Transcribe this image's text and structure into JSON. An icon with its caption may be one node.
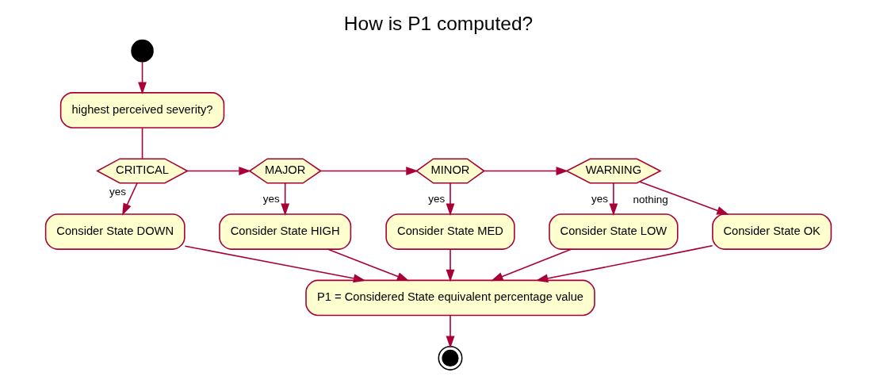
{
  "diagram": {
    "title": "How is P1 computed?",
    "nodes": [
      {
        "text": [],
        "shape": "circle"
      },
      {
        "text": [
          "highest perceived severity?"
        ]
      },
      {
        "text": [
          "CRITICAL"
        ]
      },
      {
        "text": [
          "MAJOR"
        ]
      },
      {
        "text": [
          "MINOR"
        ]
      },
      {
        "text": [
          "WARNING"
        ]
      },
      {
        "text": [
          "Consider State DOWN"
        ]
      },
      {
        "text": [
          "Consider State HIGH"
        ]
      },
      {
        "text": [
          "Consider State MED"
        ]
      },
      {
        "text": [
          "Consider State LOW"
        ]
      },
      {
        "text": [
          "Consider State OK"
        ]
      },
      {
        "text": [
          "P1 = Considered State equivalent percentage value"
        ]
      },
      {
        "text": [],
        "shape": "circle"
      }
    ],
    "edges": [
      {
        "from": 0,
        "to": 1,
        "arrow": "to"
      },
      {
        "from": 1,
        "to": 2,
        "arrow": "none"
      },
      {
        "from": 2,
        "to": 3,
        "arrow": "to"
      },
      {
        "from": 3,
        "to": 4,
        "arrow": "to"
      },
      {
        "from": 4,
        "to": 5,
        "arrow": "to"
      },
      {
        "from": 2,
        "to": 6,
        "arrow": "to",
        "label": "yes"
      },
      {
        "from": 3,
        "to": 7,
        "arrow": "to",
        "label": "yes"
      },
      {
        "from": 4,
        "to": 8,
        "arrow": "to",
        "label": "yes"
      },
      {
        "from": 5,
        "to": 9,
        "arrow": "to",
        "label": "yes"
      },
      {
        "from": 5,
        "to": 10,
        "arrow": "to",
        "label": "nothing"
      },
      {
        "from": 6,
        "to": 11,
        "arrow": "to"
      },
      {
        "from": 7,
        "to": 11,
        "arrow": "to"
      },
      {
        "from": 8,
        "to": 11,
        "arrow": "to"
      },
      {
        "from": 9,
        "to": 11,
        "arrow": "to"
      },
      {
        "from": 10,
        "to": 11,
        "arrow": "to"
      },
      {
        "from": 11,
        "to": 12,
        "arrow": "to"
      }
    ]
  }
}
